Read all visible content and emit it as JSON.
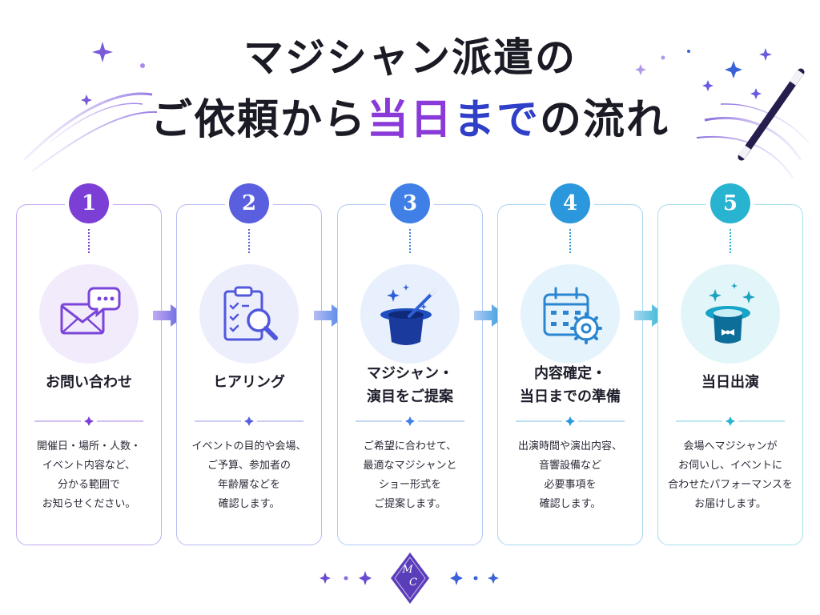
{
  "title": {
    "line1": "マジシャン派遣の",
    "line2_a": "ご依頼から",
    "line2_b": "当日",
    "line2_c": "まで",
    "line2_d": "の流れ"
  },
  "colors": {
    "purple": "#7c3fd6",
    "indigo": "#5a5fe0",
    "blue": "#3f7fe6",
    "sky": "#2b97dc",
    "teal": "#28b3d0"
  },
  "steps": [
    {
      "number": "1",
      "icon": "envelope-chat-icon",
      "title_lines": [
        "お問い合わせ"
      ],
      "desc_lines": [
        "開催日・場所・人数・",
        "イベント内容など、",
        "分かる範囲で",
        "お知らせください。"
      ]
    },
    {
      "number": "2",
      "icon": "clipboard-magnifier-icon",
      "title_lines": [
        "ヒアリング"
      ],
      "desc_lines": [
        "イベントの目的や会場、",
        "ご予算、参加者の",
        "年齢層などを",
        "確認します。"
      ]
    },
    {
      "number": "3",
      "icon": "magic-hat-wand-icon",
      "title_lines": [
        "マジシャン・",
        "演目をご提案"
      ],
      "desc_lines": [
        "ご希望に合わせて、",
        "最適なマジシャンと",
        "ショー形式を",
        "ご提案します。"
      ]
    },
    {
      "number": "4",
      "icon": "calendar-gear-icon",
      "title_lines": [
        "内容確定・",
        "当日までの準備"
      ],
      "desc_lines": [
        "出演時間や演出内容、",
        "音響設備など",
        "必要事項を",
        "確認します。"
      ]
    },
    {
      "number": "5",
      "icon": "top-hat-bowtie-icon",
      "title_lines": [
        "当日出演"
      ],
      "desc_lines": [
        "会場へマジシャンが",
        "お伺いし、イベントに",
        "合わせたパフォーマンスを",
        "お届けします。"
      ]
    }
  ],
  "footer": {
    "monogram_top": "M",
    "monogram_bottom": "C"
  }
}
